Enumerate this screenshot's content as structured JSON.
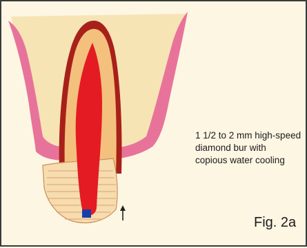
{
  "caption": {
    "lines": [
      "1 1/2 to 2 mm high-speed",
      "diamond bur with",
      "copious water cooling"
    ]
  },
  "figure_label": "Fig. 2a",
  "colors": {
    "background": "#fdf6e3",
    "crown": "#f7e4b5",
    "gingiva": "#e8739a",
    "enamel_outline": "#a8201a",
    "dentin": "#f4c07e",
    "pulp": "#e41b22",
    "root_hatching": "#d9a270",
    "apical_marker": "#1a3da8"
  },
  "icons": [
    "arrow-up-icon"
  ]
}
